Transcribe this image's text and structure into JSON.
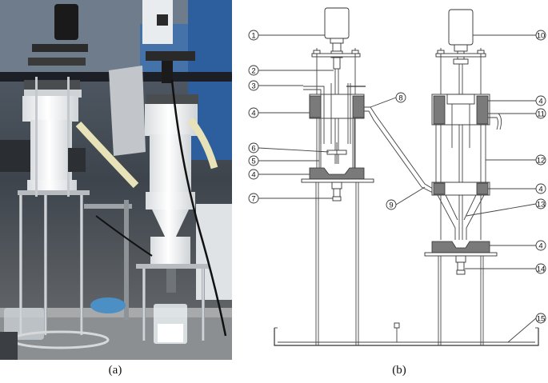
{
  "captions": {
    "a": "(a)",
    "b": "(b)"
  },
  "callouts": [
    "1",
    "2",
    "3",
    "4",
    "5",
    "6",
    "7",
    "8",
    "9",
    "10",
    "11",
    "12",
    "13",
    "14",
    "15"
  ],
  "callout_4_repeats": [
    "4",
    "4",
    "4",
    "4",
    "4"
  ],
  "colors": {
    "grey_part": "#7a7a7a",
    "line": "#333333",
    "photo_bg": "#3a3f44"
  }
}
